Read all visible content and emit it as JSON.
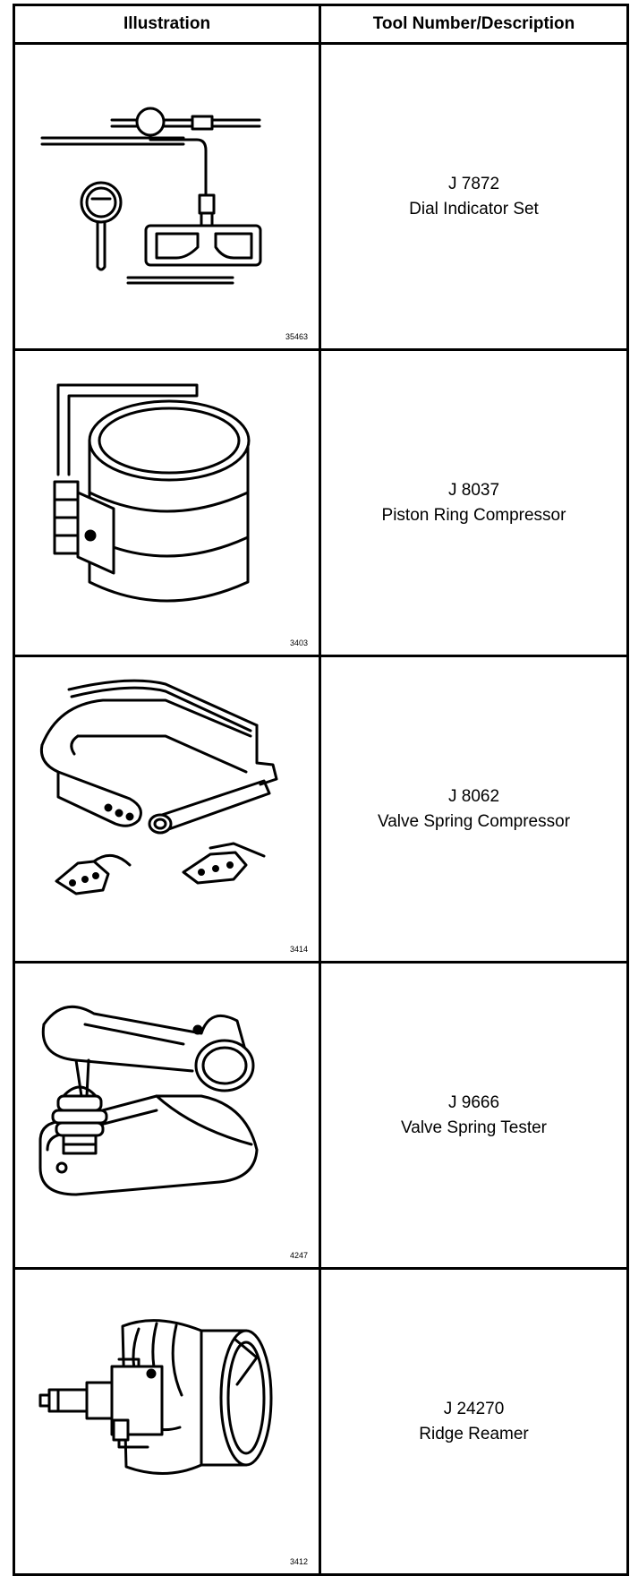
{
  "header": {
    "col1": "Illustration",
    "col2": "Tool Number/Description"
  },
  "tools": [
    {
      "fig": "35463",
      "number": "J 7872",
      "name": "Dial Indicator Set",
      "icon": "dial-indicator-set-icon"
    },
    {
      "fig": "3403",
      "number": "J 8037",
      "name": "Piston Ring Compressor",
      "icon": "piston-ring-compressor-icon"
    },
    {
      "fig": "3414",
      "number": "J 8062",
      "name": "Valve Spring Compressor",
      "icon": "valve-spring-compressor-icon"
    },
    {
      "fig": "4247",
      "number": "J 9666",
      "name": "Valve Spring Tester",
      "icon": "valve-spring-tester-icon"
    },
    {
      "fig": "3412",
      "number": "J 24270",
      "name": "Ridge Reamer",
      "icon": "ridge-reamer-icon"
    }
  ]
}
